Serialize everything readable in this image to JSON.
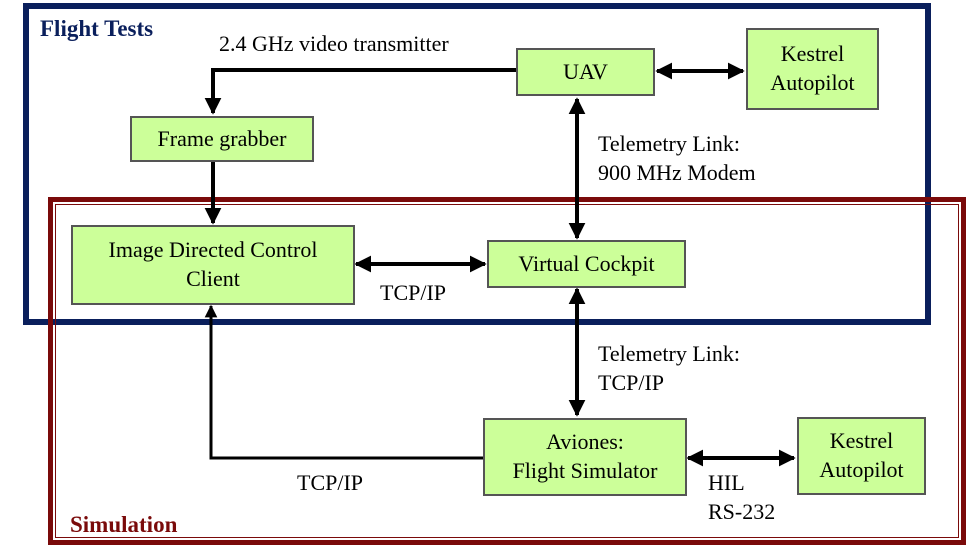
{
  "colors": {
    "flight_border": "#0a1f5c",
    "simulation_border": "#7a0a0a",
    "box_fill": "#ccff99",
    "box_border": "#555555",
    "wire": "#000000"
  },
  "regions": {
    "flight_tests": "Flight Tests",
    "simulation": "Simulation"
  },
  "nodes": {
    "uav": "UAV",
    "kestrel_top": "Kestrel\nAutopilot",
    "frame_grabber": "Frame grabber",
    "image_client": "Image Directed Control\nClient",
    "virtual_cockpit": "Virtual Cockpit",
    "aviones": "Aviones:\nFlight Simulator",
    "kestrel_bottom": "Kestrel\nAutopilot"
  },
  "edge_labels": {
    "video_tx": "2.4 GHz video transmitter",
    "telemetry_modem": "Telemetry Link:\n900 MHz Modem",
    "tcpip_client_cockpit": "TCP/IP",
    "telemetry_tcpip": "Telemetry Link:\nTCP/IP",
    "tcpip_bottom": "TCP/IP",
    "hil": "HIL\nRS-232"
  }
}
